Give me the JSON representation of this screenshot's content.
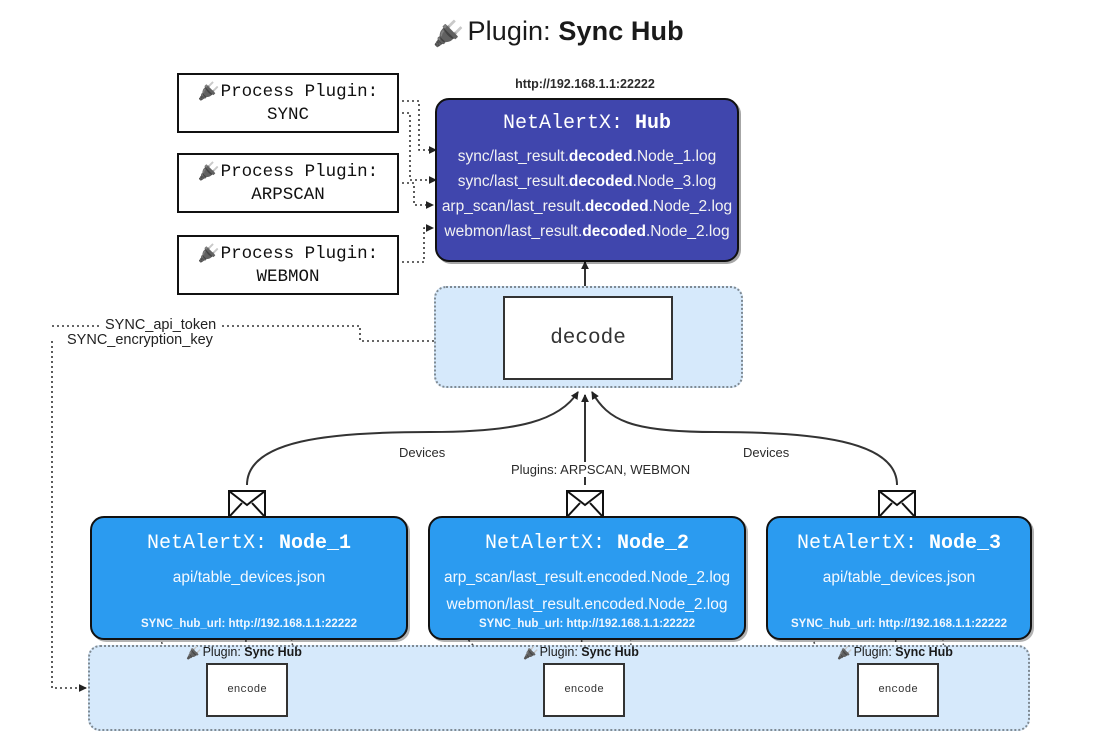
{
  "title": {
    "icon": "plug-icon",
    "prefix": "Plugin:",
    "name": "Sync Hub"
  },
  "process_plugins": [
    {
      "icon": "plug-icon",
      "line1": "Process Plugin:",
      "line2": "SYNC"
    },
    {
      "icon": "plug-icon",
      "line1": "Process Plugin:",
      "line2": "ARPSCAN"
    },
    {
      "icon": "plug-icon",
      "line1": "Process Plugin:",
      "line2": "WEBMON"
    }
  ],
  "hub": {
    "url": "http://192.168.1.1:22222",
    "title_prefix": "NetAlertX:",
    "title_name": "Hub",
    "log_lines": [
      {
        "pre": "sync/last_result.",
        "bold": "decoded",
        "post": ".Node_1.log"
      },
      {
        "pre": "sync/last_result.",
        "bold": "decoded",
        "post": ".Node_3.log"
      },
      {
        "pre": "arp_scan/last_result.",
        "bold": "decoded",
        "post": ".Node_2.log"
      },
      {
        "pre": "webmon/last_result.",
        "bold": "decoded",
        "post": ".Node_2.log"
      }
    ]
  },
  "decode": {
    "label": "decode"
  },
  "params": {
    "api_token": "SYNC_api_token",
    "encryption_key": "SYNC_encryption_key"
  },
  "edge_labels": {
    "devices_left": "Devices",
    "plugins_middle": "Plugins: ARPSCAN, WEBMON",
    "devices_right": "Devices"
  },
  "nodes": [
    {
      "icon": "envelope-icon",
      "title_prefix": "NetAlertX:",
      "title_name": "Node_1",
      "lines": [
        "api/table_devices.json"
      ],
      "footer": "SYNC_hub_url: http://192.168.1.1:22222"
    },
    {
      "icon": "envelope-icon",
      "title_prefix": "NetAlertX:",
      "title_name": "Node_2",
      "lines": [
        "arp_scan/last_result.encoded.Node_2.log",
        "webmon/last_result.encoded.Node_2.log"
      ],
      "footer": "SYNC_hub_url: http://192.168.1.1:22222"
    },
    {
      "icon": "envelope-icon",
      "title_prefix": "NetAlertX:",
      "title_name": "Node_3",
      "lines": [
        "api/table_devices.json"
      ],
      "footer": "SYNC_hub_url: http://192.168.1.1:22222"
    }
  ],
  "encode_zones": [
    {
      "icon": "plug-icon",
      "plugin_label_prefix": "Plugin:",
      "plugin_label_name": "Sync Hub",
      "box": "encode"
    },
    {
      "icon": "plug-icon",
      "plugin_label_prefix": "Plugin:",
      "plugin_label_name": "Sync Hub",
      "box": "encode"
    },
    {
      "icon": "plug-icon",
      "plugin_label_prefix": "Plugin:",
      "plugin_label_name": "Sync Hub",
      "box": "encode"
    }
  ],
  "colors": {
    "hub_fill": "#4046ad",
    "node_fill": "#2b9bf0",
    "zone_fill": "#d6e9fb",
    "line": "#333333"
  }
}
